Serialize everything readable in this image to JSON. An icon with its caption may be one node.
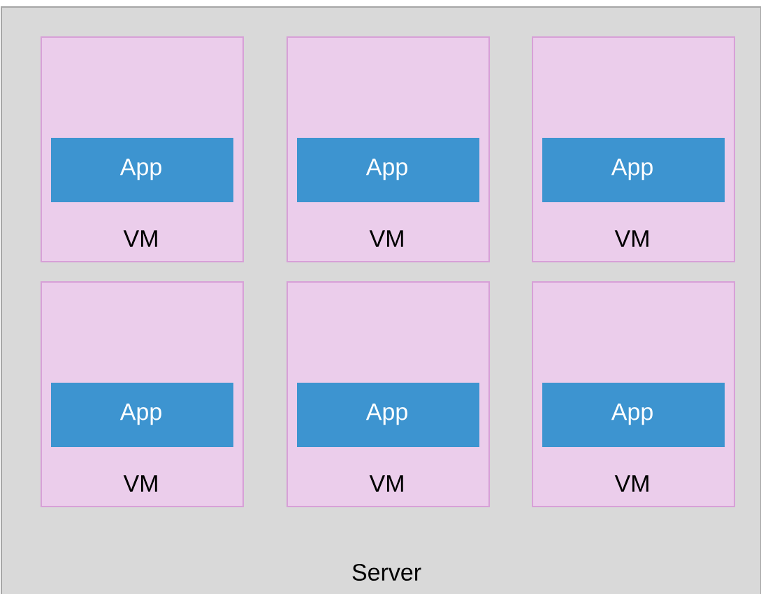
{
  "diagram": {
    "nodes": [
      {
        "text": [
          "Server"
        ]
      },
      {
        "text": [
          "VM"
        ],
        "in": 0
      },
      {
        "text": [
          "App"
        ],
        "in": 1
      },
      {
        "text": [
          "VM"
        ],
        "in": 0
      },
      {
        "text": [
          "App"
        ],
        "in": 3
      },
      {
        "text": [
          "VM"
        ],
        "in": 0
      },
      {
        "text": [
          "App"
        ],
        "in": 5
      },
      {
        "text": [
          "VM"
        ],
        "in": 0
      },
      {
        "text": [
          "App"
        ],
        "in": 7
      },
      {
        "text": [
          "VM"
        ],
        "in": 0
      },
      {
        "text": [
          "App"
        ],
        "in": 9
      },
      {
        "text": [
          "VM"
        ],
        "in": 0
      },
      {
        "text": [
          "App"
        ],
        "in": 11
      }
    ]
  }
}
